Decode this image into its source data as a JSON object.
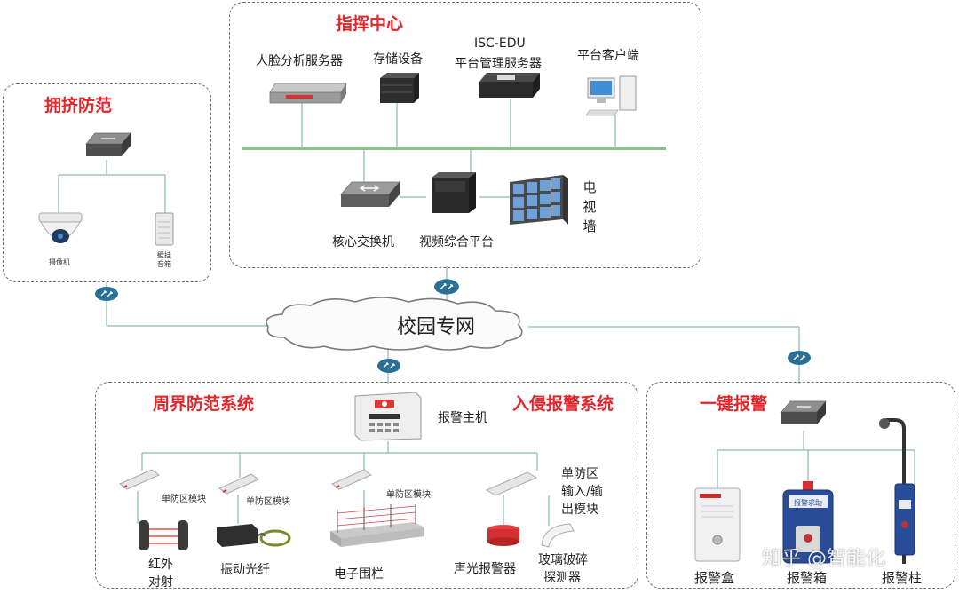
{
  "command_center": {
    "title": "指挥中心",
    "face_server": "人脸分析服务器",
    "storage": "存储设备",
    "isc_line1": "ISC-EDU",
    "isc_line2": "平台管理服务器",
    "client": "平台客户端",
    "core_switch": "核心交换机",
    "video_platform": "视频综合平台",
    "tv_wall": "电视墙"
  },
  "crowd": {
    "title": "拥挤防范",
    "camera": "摄像机",
    "speaker_line1": "壁挂",
    "speaker_line2": "音箱"
  },
  "network": {
    "label": "校园专网"
  },
  "perimeter": {
    "title": "周界防范系统",
    "intrusion_title": "入侵报警系统",
    "alarm_host": "报警主机",
    "zone_module": "单防区模块",
    "io_line1": "单防区",
    "io_line2": "输入/输",
    "io_line3": "出模块",
    "infrared_line1": "红外",
    "infrared_line2": "对射",
    "fiber": "振动光纤",
    "fence": "电子围栏",
    "siren": "声光报警器",
    "glass_line1": "玻璃破碎",
    "glass_line2": "探测器"
  },
  "onekey": {
    "title": "一键报警",
    "box": "报警盒",
    "cabinet": "报警箱",
    "pillar": "报警柱",
    "cabinet_sign": "报警求助"
  },
  "watermark": "知乎 @智能化",
  "colors": {
    "title_red": "#e3262b",
    "bus_green": "#8cbf8c",
    "line": "#8ab9b0",
    "cloud_edge": "#7a7a7a"
  }
}
